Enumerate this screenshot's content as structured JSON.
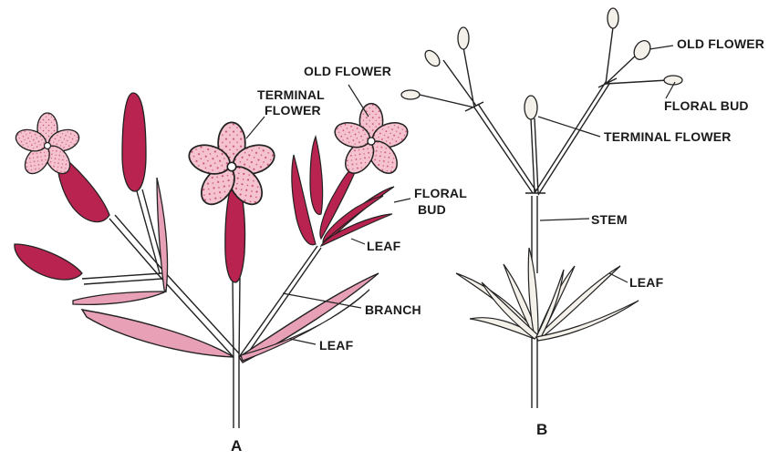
{
  "colors": {
    "petal": "#f4c3cf",
    "petal_dots": "#c9527a",
    "bud": "#b8234f",
    "leaf": "#e8a0b6",
    "leaf_vein": "#9c1d45",
    "stem_fill": "#f4f0ea",
    "outline": "#222222"
  },
  "figure_a": {
    "caption": "A",
    "labels": {
      "old_flower": "OLD FLOWER",
      "terminal_flower_1": "TERMINAL",
      "terminal_flower_2": "FLOWER",
      "floral_bud_1": "FLORAL",
      "floral_bud_2": "BUD",
      "leaf_upper": "LEAF",
      "branch": "BRANCH",
      "leaf_lower": "LEAF"
    }
  },
  "figure_b": {
    "caption": "B",
    "labels": {
      "old_flower": "OLD FLOWER",
      "floral_bud": "FLORAL BUD",
      "terminal_flower": "TERMINAL FLOWER",
      "stem": "STEM",
      "leaf": "LEAF"
    }
  }
}
